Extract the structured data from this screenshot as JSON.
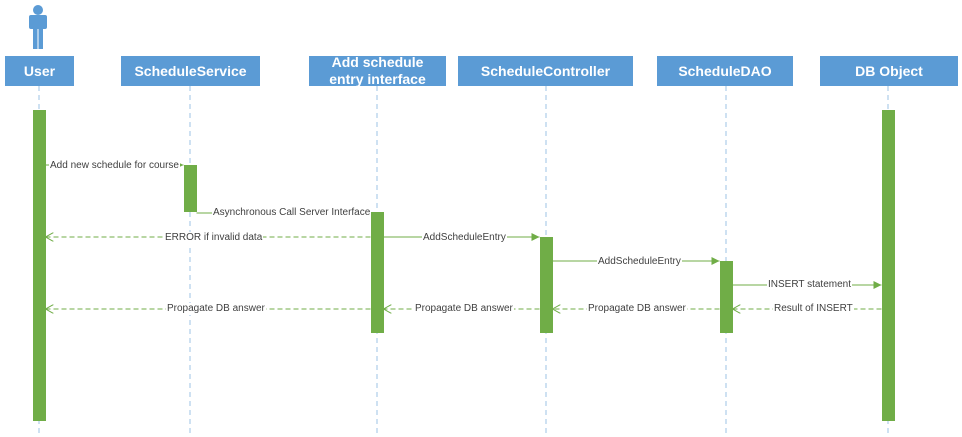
{
  "actor": {
    "icon": "person-icon"
  },
  "lifelines": [
    {
      "id": "user",
      "label": "User"
    },
    {
      "id": "schedule-service",
      "label": "ScheduleService"
    },
    {
      "id": "add-entry-interface",
      "label": "Add schedule entry interface"
    },
    {
      "id": "schedule-controller",
      "label": "ScheduleController"
    },
    {
      "id": "schedule-dao",
      "label": "ScheduleDAO"
    },
    {
      "id": "db-object",
      "label": "DB Object"
    }
  ],
  "messages": [
    {
      "from": "user",
      "to": "schedule-service",
      "label": "Add new schedule for course",
      "style": "solid"
    },
    {
      "from": "schedule-service",
      "to": "add-entry-interface",
      "label": "Asynchronous Call Server Interface",
      "style": "solid"
    },
    {
      "from": "add-entry-interface",
      "to": "user",
      "label": "ERROR if invalid data",
      "style": "dashed"
    },
    {
      "from": "add-entry-interface",
      "to": "schedule-controller",
      "label": "AddScheduleEntry",
      "style": "solid"
    },
    {
      "from": "schedule-controller",
      "to": "schedule-dao",
      "label": "AddScheduleEntry",
      "style": "solid"
    },
    {
      "from": "schedule-dao",
      "to": "db-object",
      "label": "INSERT statement",
      "style": "solid"
    },
    {
      "from": "db-object",
      "to": "schedule-dao",
      "label": "Result of INSERT",
      "style": "dashed"
    },
    {
      "from": "schedule-dao",
      "to": "schedule-controller",
      "label": "Propagate DB answer",
      "style": "dashed"
    },
    {
      "from": "schedule-controller",
      "to": "add-entry-interface",
      "label": "Propagate DB answer",
      "style": "dashed"
    },
    {
      "from": "add-entry-interface",
      "to": "user",
      "label": "Propagate DB answer",
      "style": "dashed"
    }
  ],
  "colors": {
    "header": "#5b9bd5",
    "header_text": "#ffffff",
    "lifeline": "#9dc3e6",
    "activation": "#70ad47",
    "message": "#70ad47",
    "label_text": "#3f3f3f",
    "actor": "#5b9bd5"
  }
}
